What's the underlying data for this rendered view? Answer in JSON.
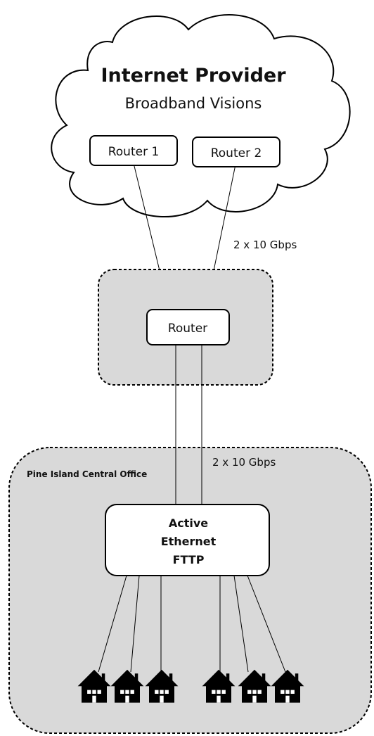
{
  "provider": {
    "title": "Internet Provider",
    "subtitle": "Broadband Visions",
    "routers": [
      "Router 1",
      "Router 2"
    ]
  },
  "upstream_link": {
    "label": "2 x 10 Gbps"
  },
  "aggregation": {
    "router_label": "Router"
  },
  "downstream_link": {
    "label": "2 x 10 Gbps"
  },
  "central_office": {
    "name": "Pine Island Central Office",
    "device_lines": [
      "Active",
      "Ethernet",
      "FTTP"
    ],
    "house_count": 6,
    "house_icon": "house-icon"
  },
  "colors": {
    "zone_fill": "#d9d9d9",
    "box_fill": "#ffffff",
    "stroke": "#000000",
    "house": "#000000"
  }
}
